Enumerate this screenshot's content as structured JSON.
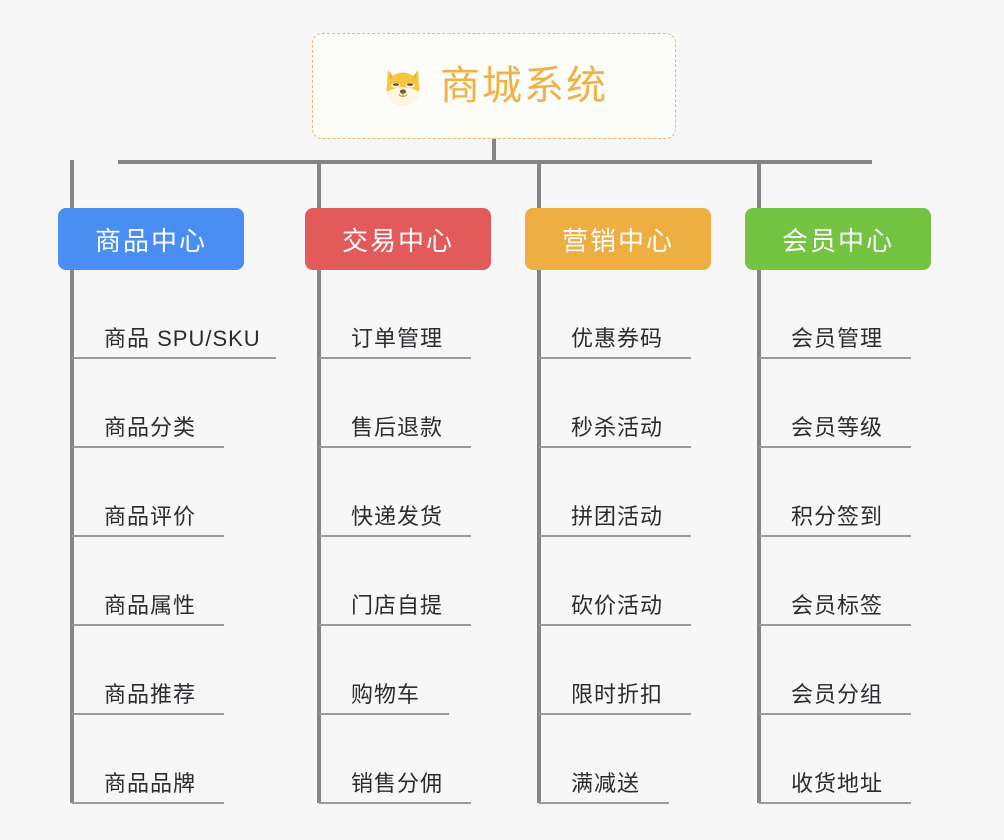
{
  "diagram": {
    "type": "mindmap",
    "title": "商城系统",
    "background_color": "#f7f7f7",
    "connector_color": "#858585"
  },
  "root": {
    "label": "商城系统",
    "icon": "dog-face-emoji",
    "text_color": "#f0b245",
    "border_color": "#e8b962",
    "background": "#fcfcfa"
  },
  "branches": [
    {
      "label": "商品中心",
      "color": "#4a8ef4",
      "leaves": [
        {
          "label": "商品 SPU/SKU"
        },
        {
          "label": "商品分类"
        },
        {
          "label": "商品评价"
        },
        {
          "label": "商品属性"
        },
        {
          "label": "商品推荐"
        },
        {
          "label": "商品品牌"
        }
      ]
    },
    {
      "label": "交易中心",
      "color": "#e25a5a",
      "leaves": [
        {
          "label": "订单管理"
        },
        {
          "label": "售后退款"
        },
        {
          "label": "快递发货"
        },
        {
          "label": "门店自提"
        },
        {
          "label": "购物车"
        },
        {
          "label": "销售分佣"
        }
      ]
    },
    {
      "label": "营销中心",
      "color": "#eeae42",
      "leaves": [
        {
          "label": "优惠券码"
        },
        {
          "label": "秒杀活动"
        },
        {
          "label": "拼团活动"
        },
        {
          "label": "砍价活动"
        },
        {
          "label": "限时折扣"
        },
        {
          "label": "满减送"
        }
      ]
    },
    {
      "label": "会员中心",
      "color": "#74c343",
      "leaves": [
        {
          "label": "会员管理"
        },
        {
          "label": "会员等级"
        },
        {
          "label": "积分签到"
        },
        {
          "label": "会员标签"
        },
        {
          "label": "会员分组"
        },
        {
          "label": "收货地址"
        }
      ]
    }
  ]
}
